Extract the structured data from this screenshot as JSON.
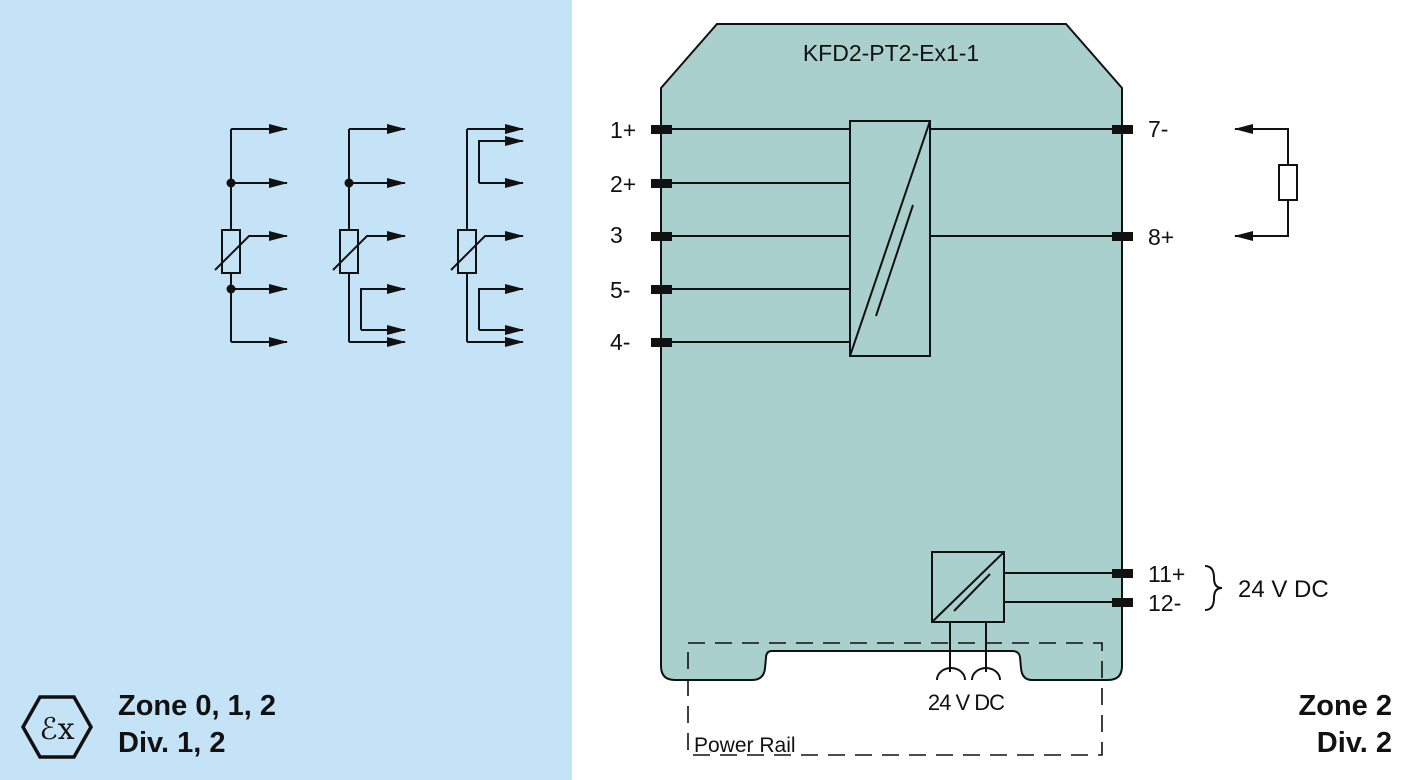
{
  "device": {
    "title": "KFD2-PT2-Ex1-1"
  },
  "terminals_left": [
    "1+",
    "2+",
    "3",
    "5-",
    "4-"
  ],
  "terminals_right": [
    "7-",
    "8+"
  ],
  "supply_terminals": [
    "11+",
    "12-"
  ],
  "supply_label": "24 V DC",
  "power_rail": {
    "label": "Power Rail",
    "supply": "24 V DC"
  },
  "hazardous_area": {
    "symbol": "Ex",
    "zone": "Zone 0, 1, 2",
    "div": "Div. 1, 2"
  },
  "safe_area": {
    "zone": "Zone 2",
    "div": "Div. 2"
  },
  "colors": {
    "hazardous_bg": "#c5e3f7",
    "device_body": "#a9d0cc"
  }
}
